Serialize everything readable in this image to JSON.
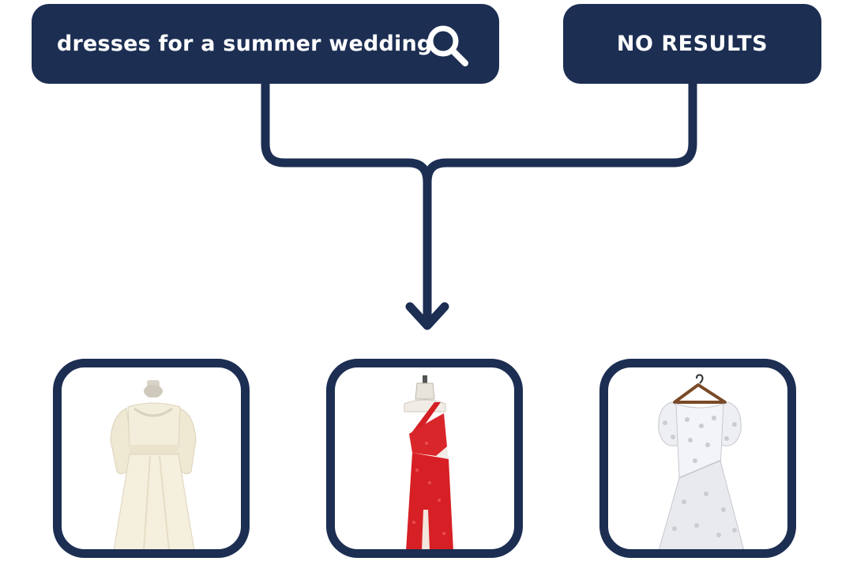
{
  "theme": {
    "navy": "#1c2e52"
  },
  "search": {
    "query": "dresses for a summer wedding",
    "icon": "magnifier-icon"
  },
  "result_box": {
    "label": "NO RESULTS"
  },
  "products": [
    {
      "icon": "ivory-long-sleeve-gown-image"
    },
    {
      "icon": "red-one-shoulder-sequin-gown-image"
    },
    {
      "icon": "white-polka-dot-puff-sleeve-dress-image"
    }
  ]
}
